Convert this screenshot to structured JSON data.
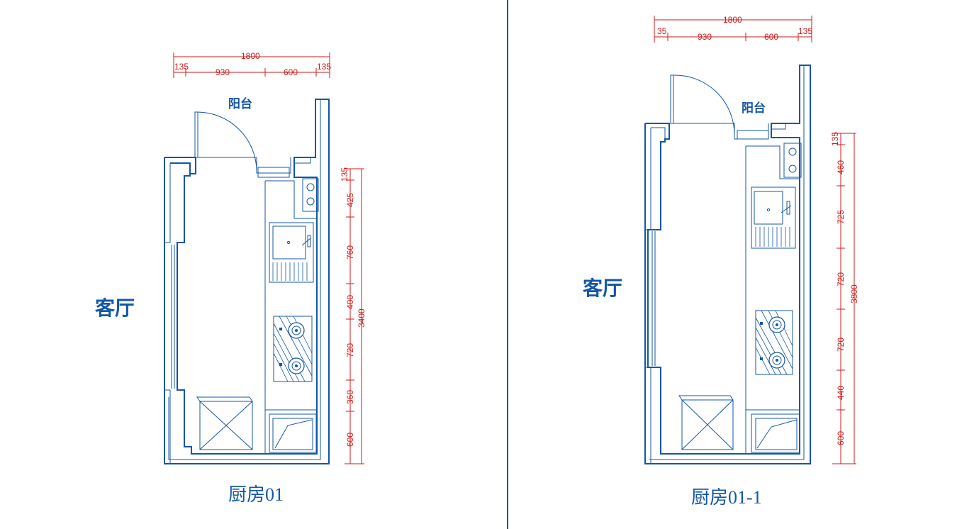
{
  "colors": {
    "wall": "#1357a6",
    "dimension": "#d11a1a",
    "divider": "#1357a6"
  },
  "left": {
    "caption": "厨房01",
    "living_label": "客厅",
    "balcony_label": "阳台",
    "top_total": "1800",
    "top_parts": [
      "135",
      "930",
      "600",
      "135"
    ],
    "side_parts": [
      "135",
      "425",
      "760",
      "400",
      "720",
      "360",
      "600"
    ],
    "side_total": "3400"
  },
  "right": {
    "caption": "厨房01-1",
    "living_label": "客厅",
    "balcony_label": "阳台",
    "top_total": "1800",
    "top_parts": [
      "35",
      "930",
      "600",
      "135"
    ],
    "side_parts": [
      "135",
      "460",
      "725",
      "720",
      "720",
      "440",
      "600"
    ],
    "side_total": "3800"
  }
}
